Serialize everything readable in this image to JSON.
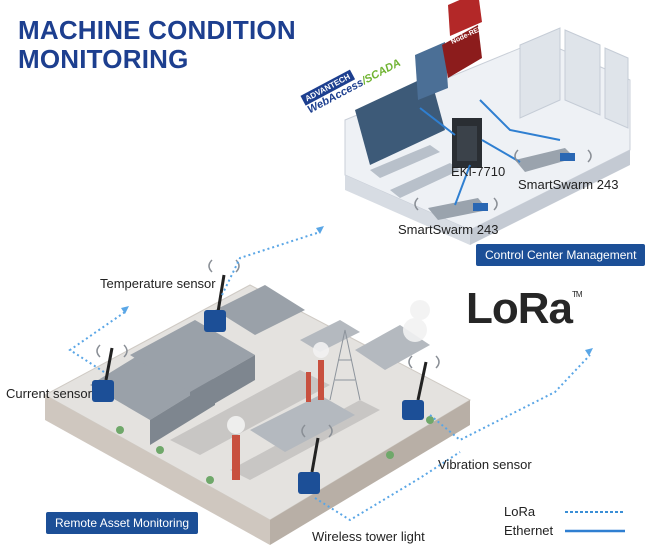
{
  "title_line1": "MACHINE CONDITION",
  "title_line2": "MONITORING",
  "brand": {
    "company": "ADVANTECH",
    "product": "WebAccess",
    "suffix": "/SCADA"
  },
  "node_red": "Node-RED",
  "labels": {
    "eki": "EKI-7710",
    "smartswarm_a": "SmartSwarm 243",
    "smartswarm_b": "SmartSwarm 243",
    "temperature": "Temperature sensor",
    "current": "Current sensor",
    "vibration": "Vibration sensor",
    "tower": "Wireless tower light"
  },
  "badges": {
    "control_center": "Control Center Management",
    "remote_asset": "Remote Asset Monitoring"
  },
  "lora_logo": "LoRa",
  "lora_tm": "TM",
  "legend": {
    "lora": "LoRa",
    "ethernet": "Ethernet"
  },
  "colors": {
    "title": "#1d3f8f",
    "badge": "#1c4f97",
    "link": "#3b8fd6",
    "accent_green": "#6fb330"
  }
}
